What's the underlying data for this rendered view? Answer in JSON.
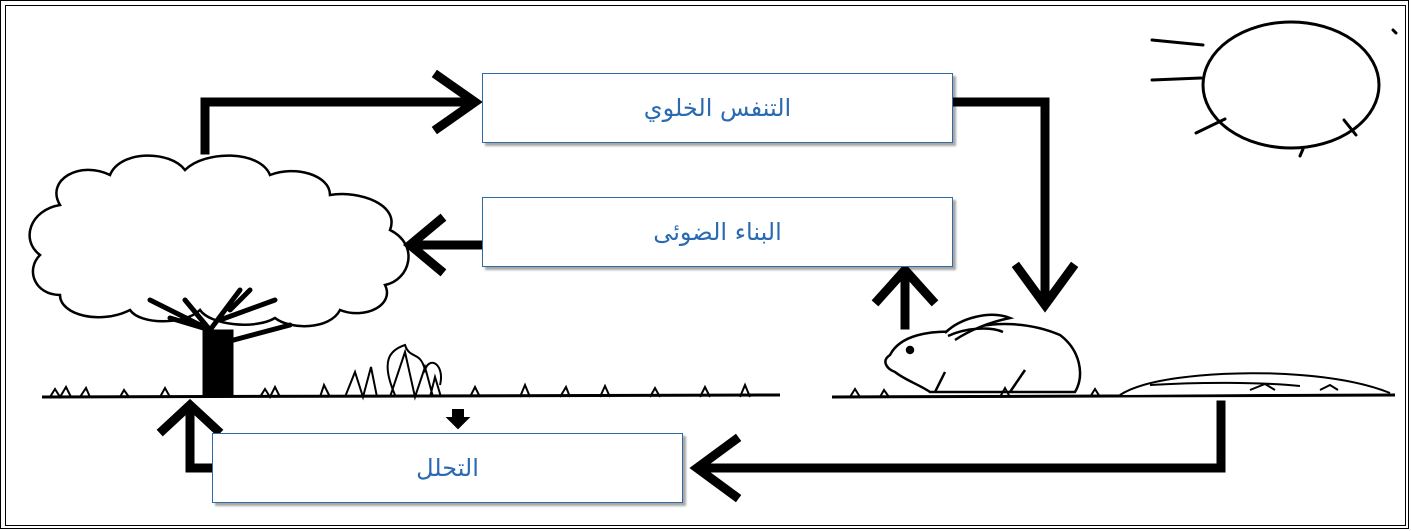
{
  "diagram": {
    "processes": {
      "respiration": "التنفس الخلوي",
      "photosynthesis": "البناء الضوئى",
      "decomposition": "التحلل"
    },
    "colors": {
      "label_text": "#2a6ab3",
      "label_border": "#2f6aa6",
      "arrows": "#000000"
    },
    "icons": [
      "sun-icon",
      "tree-icon",
      "rabbit-icon",
      "grass-icon",
      "fallen-animal-icon"
    ]
  }
}
